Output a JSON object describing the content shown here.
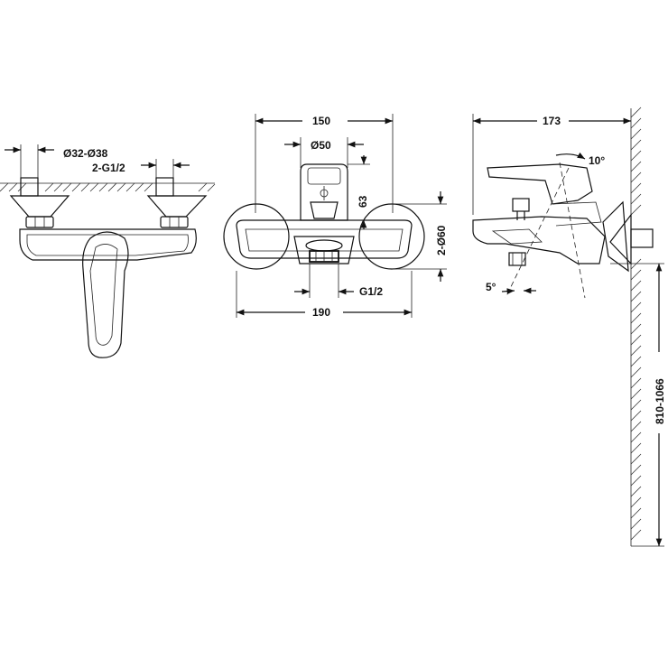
{
  "views": {
    "front": {
      "label_diameter_range": "Ø32-Ø38",
      "label_thread": "2-G1/2"
    },
    "top": {
      "label_width": "150",
      "label_body_diameter": "Ø50",
      "label_height": "63",
      "label_flange": "2-Ø60",
      "label_outlet_thread": "G1/2",
      "label_total_width": "190"
    },
    "side": {
      "label_depth": "173",
      "label_handle_angle": "10°",
      "label_spout_angle": "5°",
      "label_install_height": "810-1066"
    }
  },
  "colors": {
    "line": "#111111",
    "hatch": "#333333",
    "background": "#ffffff"
  }
}
